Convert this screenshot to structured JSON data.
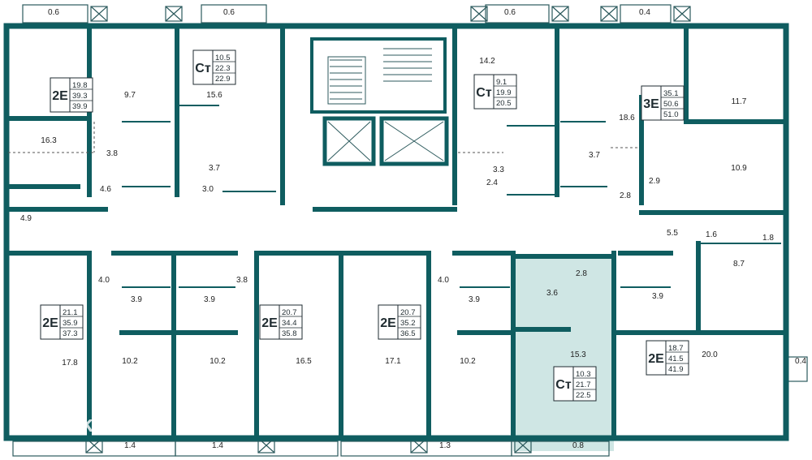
{
  "colors": {
    "wall": "#0f5d60",
    "fixture": "#2c5a5d",
    "highlight": "#cfe6e4",
    "ink": "#222222"
  },
  "watermark": "ДОМКЛИК",
  "units": [
    {
      "type": "2E",
      "areas": [
        "19.8",
        "39.3",
        "39.9"
      ]
    },
    {
      "type": "Ст",
      "areas": [
        "10.5",
        "22.3",
        "22.9"
      ]
    },
    {
      "type": "Ст",
      "areas": [
        "9.1",
        "19.9",
        "20.5"
      ]
    },
    {
      "type": "3E",
      "areas": [
        "35.1",
        "50.6",
        "51.0"
      ]
    },
    {
      "type": "2E",
      "areas": [
        "21.1",
        "35.9",
        "37.3"
      ]
    },
    {
      "type": "2E",
      "areas": [
        "20.7",
        "34.4",
        "35.8"
      ]
    },
    {
      "type": "2E",
      "areas": [
        "20.7",
        "35.2",
        "36.5"
      ]
    },
    {
      "type": "Ст",
      "areas": [
        "10.3",
        "21.7",
        "22.5"
      ]
    },
    {
      "type": "2E",
      "areas": [
        "18.7",
        "41.5",
        "41.9"
      ]
    }
  ],
  "room_labels": [
    "0.6",
    "0.6",
    "0.6",
    "0.4",
    "9.7",
    "15.6",
    "14.2",
    "18.6",
    "11.7",
    "16.3",
    "3.8",
    "3.7",
    "3.3",
    "3.7",
    "4.6",
    "3.0",
    "2.4",
    "2.8",
    "2.9",
    "10.9",
    "4.9",
    "5.5",
    "1.6",
    "1.8",
    "4.0",
    "3.8",
    "4.0",
    "2.8",
    "3.6",
    "8.7",
    "3.9",
    "3.9",
    "3.9",
    "3.9",
    "17.8",
    "10.2",
    "10.2",
    "16.5",
    "17.1",
    "10.2",
    "15.3",
    "20.0",
    "0.4",
    "1.4",
    "1.4",
    "1.3",
    "0.8"
  ]
}
